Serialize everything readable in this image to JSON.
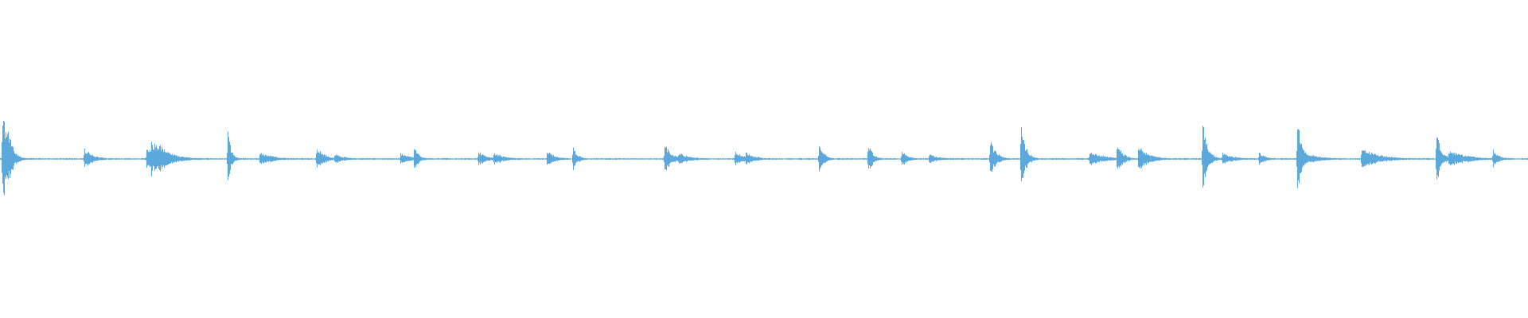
{
  "waveform": {
    "color": "#5aa8dc",
    "baseline_amplitude": 0.006,
    "peaks": [
      {
        "t": 0.0015,
        "amp": 0.32,
        "dur": 0.004
      },
      {
        "t": 0.0045,
        "amp": 0.28,
        "dur": 0.003
      },
      {
        "t": 0.055,
        "amp": 0.07,
        "dur": 0.006
      },
      {
        "t": 0.096,
        "amp": 0.08,
        "dur": 0.006
      },
      {
        "t": 0.099,
        "amp": 0.12,
        "dur": 0.01
      },
      {
        "t": 0.104,
        "amp": 0.1,
        "dur": 0.008
      },
      {
        "t": 0.108,
        "amp": 0.05,
        "dur": 0.006
      },
      {
        "t": 0.149,
        "amp": 0.2,
        "dur": 0.002
      },
      {
        "t": 0.17,
        "amp": 0.04,
        "dur": 0.01
      },
      {
        "t": 0.207,
        "amp": 0.08,
        "dur": 0.005
      },
      {
        "t": 0.219,
        "amp": 0.04,
        "dur": 0.006
      },
      {
        "t": 0.262,
        "amp": 0.04,
        "dur": 0.008
      },
      {
        "t": 0.271,
        "amp": 0.08,
        "dur": 0.003
      },
      {
        "t": 0.313,
        "amp": 0.05,
        "dur": 0.005
      },
      {
        "t": 0.323,
        "amp": 0.04,
        "dur": 0.008
      },
      {
        "t": 0.358,
        "amp": 0.06,
        "dur": 0.005
      },
      {
        "t": 0.375,
        "amp": 0.08,
        "dur": 0.003
      },
      {
        "t": 0.435,
        "amp": 0.11,
        "dur": 0.004
      },
      {
        "t": 0.444,
        "amp": 0.04,
        "dur": 0.008
      },
      {
        "t": 0.481,
        "amp": 0.05,
        "dur": 0.006
      },
      {
        "t": 0.488,
        "amp": 0.05,
        "dur": 0.006
      },
      {
        "t": 0.536,
        "amp": 0.12,
        "dur": 0.003
      },
      {
        "t": 0.568,
        "amp": 0.11,
        "dur": 0.003
      },
      {
        "t": 0.59,
        "amp": 0.06,
        "dur": 0.004
      },
      {
        "t": 0.608,
        "amp": 0.03,
        "dur": 0.008
      },
      {
        "t": 0.648,
        "amp": 0.12,
        "dur": 0.004
      },
      {
        "t": 0.668,
        "amp": 0.24,
        "dur": 0.003
      },
      {
        "t": 0.713,
        "amp": 0.05,
        "dur": 0.01
      },
      {
        "t": 0.731,
        "amp": 0.1,
        "dur": 0.004
      },
      {
        "t": 0.745,
        "amp": 0.09,
        "dur": 0.007
      },
      {
        "t": 0.787,
        "amp": 0.26,
        "dur": 0.003
      },
      {
        "t": 0.8,
        "amp": 0.04,
        "dur": 0.008
      },
      {
        "t": 0.824,
        "amp": 0.05,
        "dur": 0.004
      },
      {
        "t": 0.849,
        "amp": 0.28,
        "dur": 0.003
      },
      {
        "t": 0.852,
        "amp": 0.05,
        "dur": 0.01
      },
      {
        "t": 0.891,
        "amp": 0.07,
        "dur": 0.012
      },
      {
        "t": 0.94,
        "amp": 0.18,
        "dur": 0.003
      },
      {
        "t": 0.948,
        "amp": 0.06,
        "dur": 0.012
      },
      {
        "t": 0.977,
        "amp": 0.06,
        "dur": 0.004
      }
    ]
  }
}
